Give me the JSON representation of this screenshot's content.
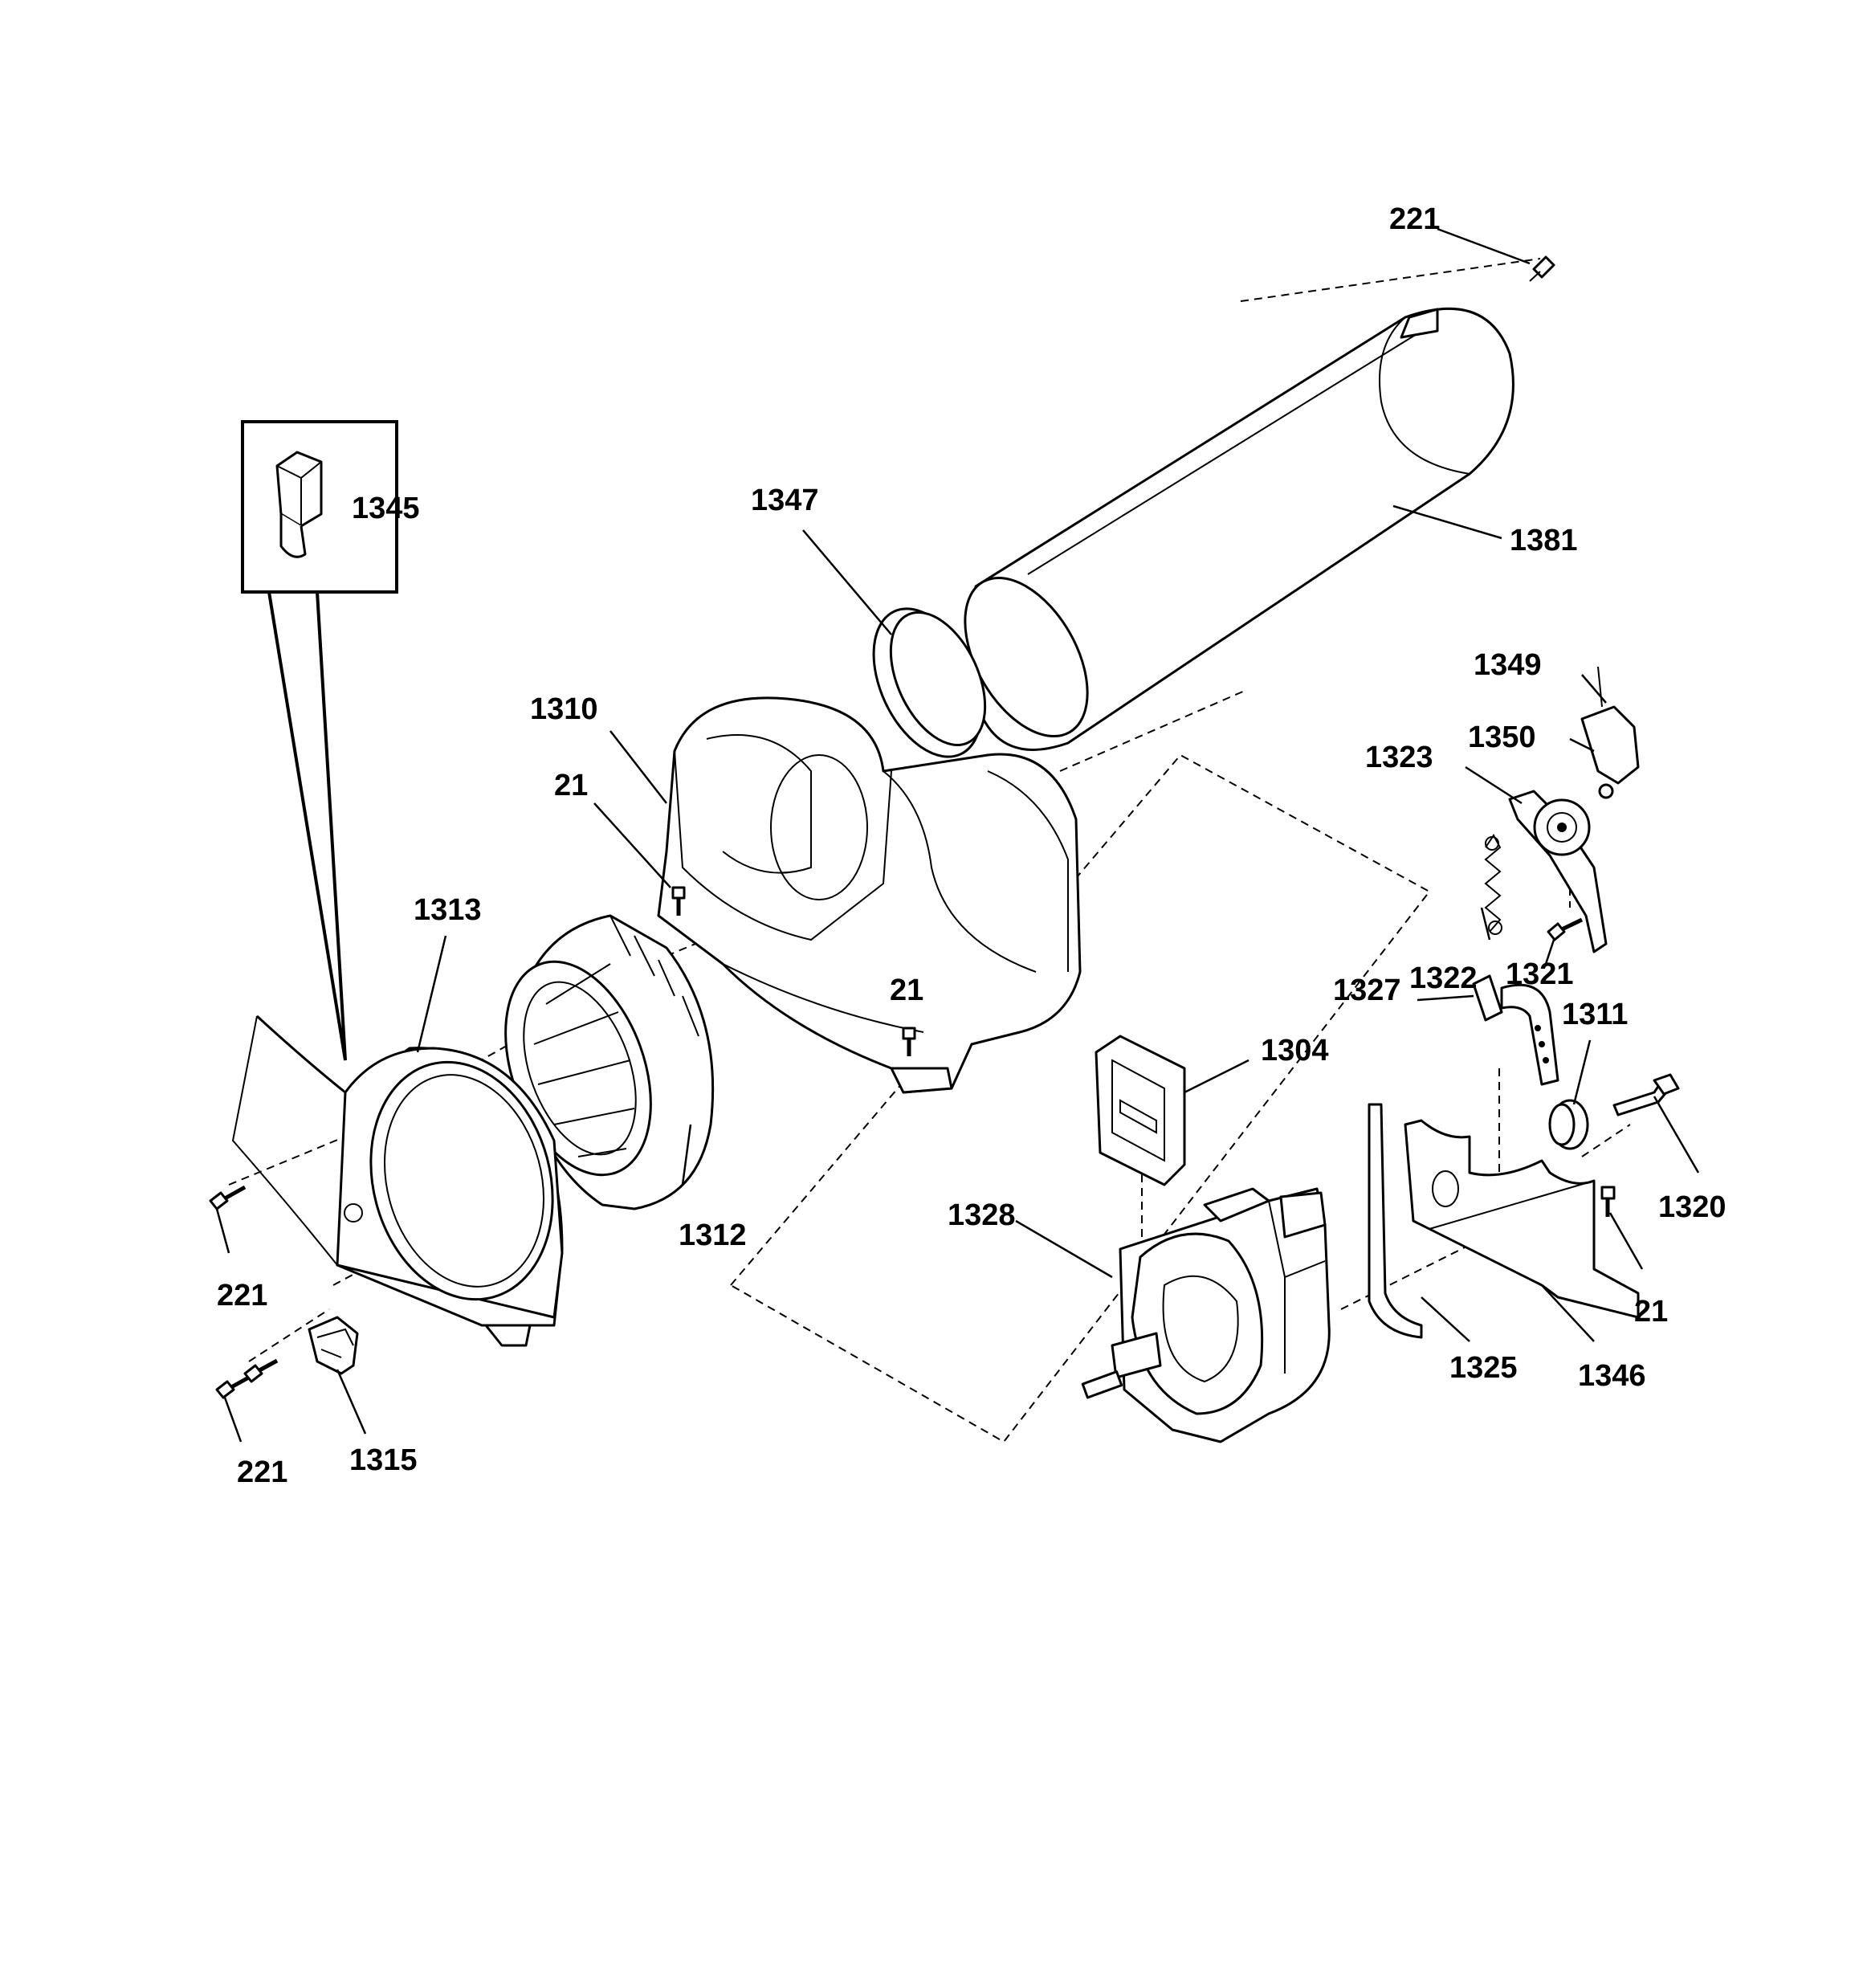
{
  "labels": {
    "l221_top": "221",
    "l1345": "1345",
    "l1347": "1347",
    "l1381": "1381",
    "l1349": "1349",
    "l1350": "1350",
    "l1310": "1310",
    "l1323": "1323",
    "l21_upper": "21",
    "l1313": "1313",
    "l1322": "1322",
    "l1321": "1321",
    "l21_mid": "21",
    "l1327": "1327",
    "l1311": "1311",
    "l1304": "1304",
    "l1320": "1320",
    "l1312": "1312",
    "l1328": "1328",
    "l221_left": "221",
    "l21_right": "21",
    "l1325": "1325",
    "l1346": "1346",
    "l221_bottom": "221",
    "l1315": "1315"
  }
}
